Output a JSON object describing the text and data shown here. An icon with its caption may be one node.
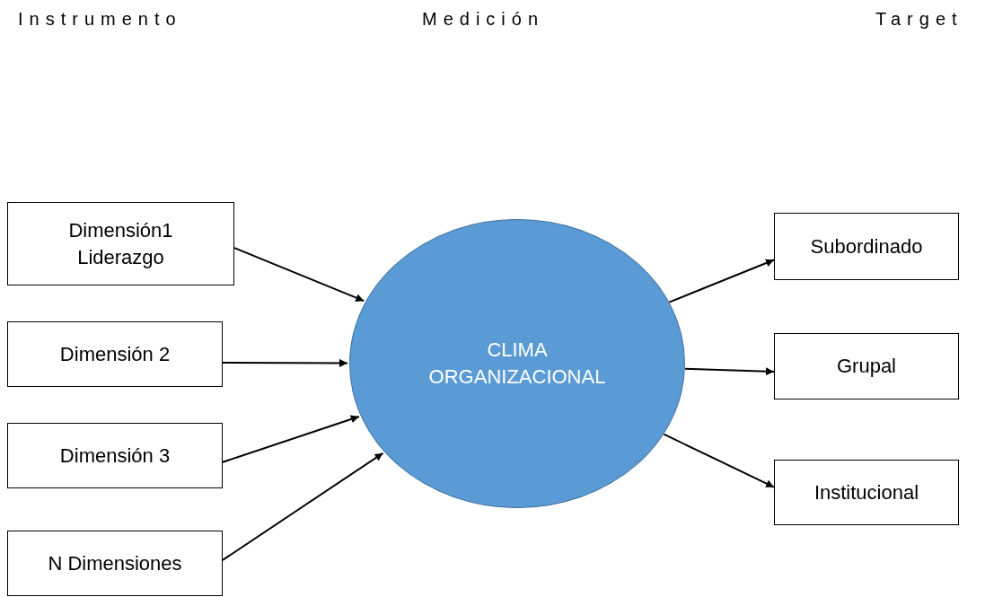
{
  "diagram": {
    "nodes": [
      {
        "text": [
          "Dimensión1 Liderazgo"
        ]
      },
      {
        "text": [
          "Dimensión 2"
        ]
      },
      {
        "text": [
          "Dimensión 3"
        ]
      },
      {
        "text": [
          "N Dimensiones"
        ]
      },
      {
        "text": [
          "CLIMA ORGANIZACIONAL"
        ]
      },
      {
        "text": [
          "Subordinado"
        ]
      },
      {
        "text": [
          "Grupal"
        ]
      },
      {
        "text": [
          "Institucional"
        ]
      }
    ],
    "edges": [
      {
        "from": 0,
        "to": 4,
        "arrow": "to"
      },
      {
        "from": 1,
        "to": 4,
        "arrow": "to"
      },
      {
        "from": 2,
        "to": 4,
        "arrow": "to"
      },
      {
        "from": 3,
        "to": 4,
        "arrow": "to"
      },
      {
        "from": 4,
        "to": 5,
        "arrow": "to"
      },
      {
        "from": 4,
        "to": 6,
        "arrow": "to"
      },
      {
        "from": 4,
        "to": 7,
        "arrow": "to"
      }
    ],
    "labels": [
      "Instrumento",
      "Medición",
      "Target"
    ]
  }
}
